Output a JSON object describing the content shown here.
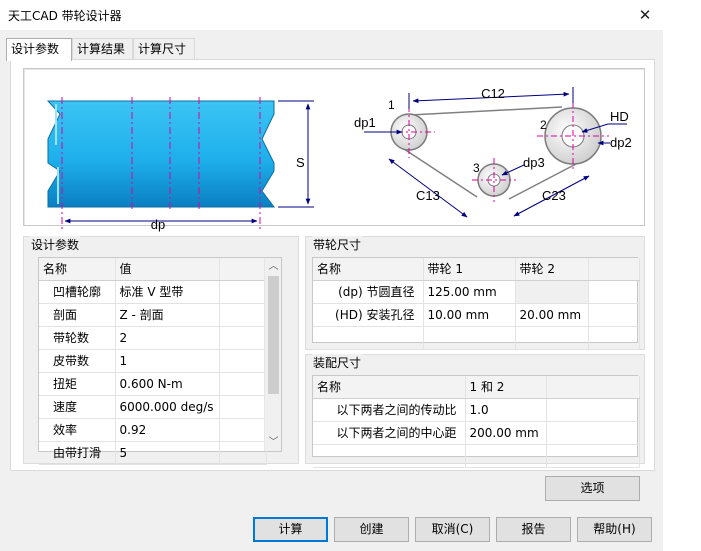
{
  "window": {
    "title": "天工CAD 带轮设计器",
    "close_glyph": "✕"
  },
  "tabs": [
    {
      "label": "设计参数",
      "active": true
    },
    {
      "label": "计算结果",
      "active": false
    },
    {
      "label": "计算尺寸",
      "active": false
    }
  ],
  "diagram": {
    "left_labels": {
      "s": "S",
      "dp": "dp"
    },
    "right_labels": {
      "c12": "C12",
      "hd": "HD",
      "dp2": "dp2",
      "p1": "1",
      "p2": "2",
      "p3": "3",
      "dp1": "dp1",
      "dp3": "dp3",
      "c13": "C13",
      "c23": "C23"
    },
    "colors": {
      "belt": "#1eb0ec",
      "dim": "#000080",
      "center": "#e0009e"
    }
  },
  "design_params": {
    "title": "设计参数",
    "columns": [
      "名称",
      "值"
    ],
    "rows": [
      {
        "name": "凹槽轮廓",
        "value": "标准 V 型带"
      },
      {
        "name": "剖面",
        "value": "Z - 剖面"
      },
      {
        "name": "带轮数",
        "value": "2"
      },
      {
        "name": "皮带数",
        "value": "1"
      },
      {
        "name": "扭矩",
        "value": "0.600 N-m"
      },
      {
        "name": "速度",
        "value": "6000.000 deg/s"
      },
      {
        "name": "效率",
        "value": "0.92"
      },
      {
        "name": "由带打滑",
        "value": "5"
      }
    ]
  },
  "pulley_dims": {
    "title": "带轮尺寸",
    "columns": [
      "名称",
      "带轮 1",
      "带轮 2"
    ],
    "rows": [
      {
        "name": "(dp) 节圆直径",
        "p1": "125.00 mm",
        "p2": ""
      },
      {
        "name": "(HD) 安装孔径",
        "p1": "10.00 mm",
        "p2": "20.00 mm"
      }
    ]
  },
  "assembly_dims": {
    "title": "装配尺寸",
    "columns": [
      "名称",
      "1 和 2"
    ],
    "rows": [
      {
        "name": "以下两者之间的传动比",
        "value": "1.0"
      },
      {
        "name": "以下两者之间的中心距",
        "value": "200.00 mm"
      }
    ]
  },
  "scrollbar": {
    "up": "︿",
    "down": "﹀"
  },
  "buttons": {
    "options": "选项",
    "calculate": "计算",
    "create": "创建",
    "cancel": "取消(C)",
    "report": "报告",
    "help": "帮助(H)"
  }
}
